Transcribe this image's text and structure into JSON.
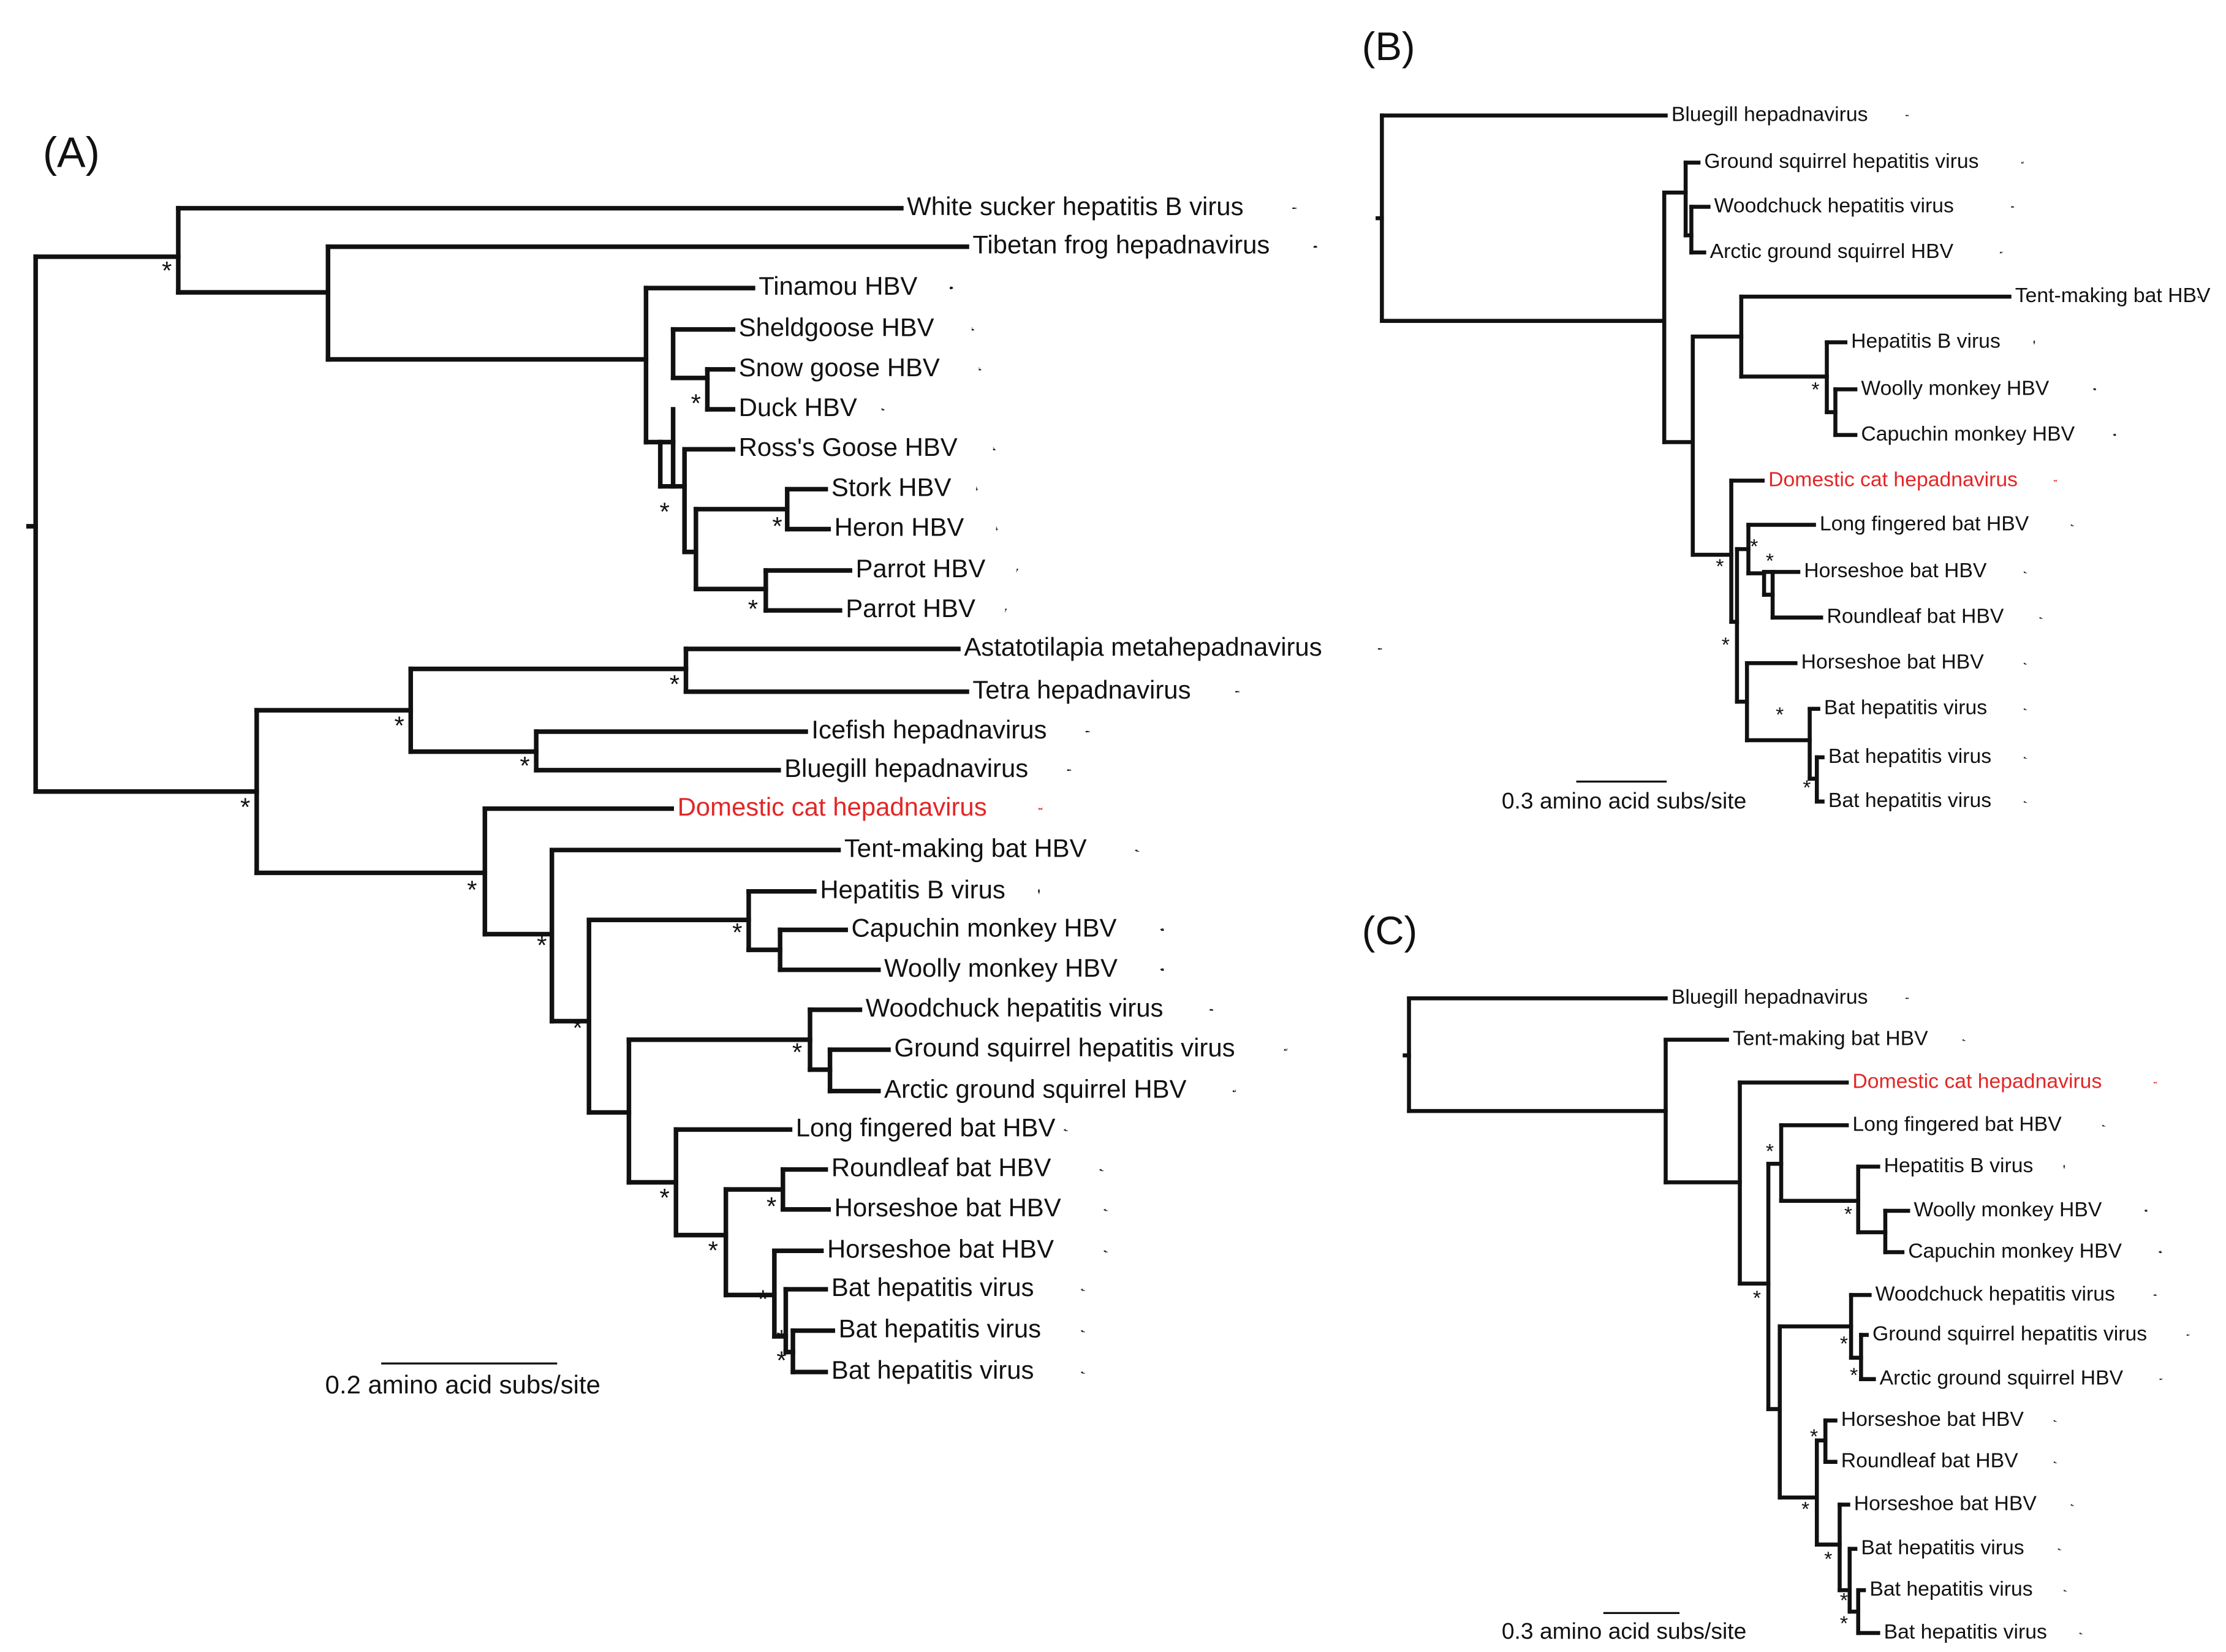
{
  "panels": [
    {
      "label": "(A)",
      "scale_label": "0.2 amino acid subs/site",
      "tips": [
        {
          "name": "White sucker hepatitis B virus",
          "icon": "fish-icon"
        },
        {
          "name": "Tibetan frog hepadnavirus",
          "icon": "frog-icon"
        },
        {
          "name": "Tinamou HBV",
          "icon": "bird-icon"
        },
        {
          "name": "Sheldgoose HBV",
          "icon": "goose-icon"
        },
        {
          "name": "Snow goose HBV",
          "icon": "goose-icon"
        },
        {
          "name": "Duck HBV",
          "icon": "duck-icon"
        },
        {
          "name": "Ross's Goose HBV",
          "icon": "goose-icon"
        },
        {
          "name": "Stork HBV",
          "icon": "stork-icon"
        },
        {
          "name": "Heron HBV",
          "icon": "heron-icon"
        },
        {
          "name": "Parrot HBV",
          "icon": "parrot-icon"
        },
        {
          "name": "Parrot HBV",
          "icon": "parrot-icon"
        },
        {
          "name": "Astatotilapia metahepadnavirus",
          "icon": "fish-icon"
        },
        {
          "name": "Tetra hepadnavirus",
          "icon": "fish-icon"
        },
        {
          "name": "Icefish hepadnavirus",
          "icon": "fish-icon"
        },
        {
          "name": "Bluegill hepadnavirus",
          "icon": "fish-icon"
        },
        {
          "name": "Domestic cat hepadnavirus",
          "icon": "cat-icon",
          "highlight": true
        },
        {
          "name": "Tent-making bat HBV",
          "icon": "bat-icon"
        },
        {
          "name": "Hepatitis B virus",
          "icon": "human-icon"
        },
        {
          "name": "Capuchin monkey HBV",
          "icon": "monkey-icon"
        },
        {
          "name": "Woolly monkey HBV",
          "icon": "monkey-icon"
        },
        {
          "name": "Woodchuck hepatitis virus",
          "icon": "rodent-icon"
        },
        {
          "name": "Ground squirrel hepatitis virus",
          "icon": "squirrel-icon"
        },
        {
          "name": "Arctic ground squirrel HBV",
          "icon": "squirrel-icon"
        },
        {
          "name": "Long fingered bat HBV",
          "icon": "bat-icon"
        },
        {
          "name": "Roundleaf bat HBV",
          "icon": "bat-icon"
        },
        {
          "name": "Horseshoe bat HBV",
          "icon": "bat-icon"
        },
        {
          "name": "Horseshoe bat HBV",
          "icon": "bat-icon"
        },
        {
          "name": "Bat hepatitis virus",
          "icon": "bat-icon"
        },
        {
          "name": "Bat hepatitis virus",
          "icon": "bat-icon"
        },
        {
          "name": "Bat hepatitis virus",
          "icon": "bat-icon"
        }
      ]
    },
    {
      "label": "(B)",
      "scale_label": "0.3 amino acid subs/site",
      "tips": [
        {
          "name": "Bluegill hepadnavirus",
          "icon": "fish-icon"
        },
        {
          "name": "Ground squirrel hepatitis virus",
          "icon": "squirrel-icon"
        },
        {
          "name": "Woodchuck hepatitis virus",
          "icon": "rodent-icon"
        },
        {
          "name": "Arctic ground squirrel HBV",
          "icon": "squirrel-icon"
        },
        {
          "name": "Tent-making bat HBV",
          "icon": "bat-icon"
        },
        {
          "name": "Hepatitis B virus",
          "icon": "human-icon"
        },
        {
          "name": "Woolly monkey HBV",
          "icon": "monkey-icon"
        },
        {
          "name": "Capuchin monkey HBV",
          "icon": "monkey-icon"
        },
        {
          "name": "Domestic cat hepadnavirus",
          "icon": "cat-icon",
          "highlight": true
        },
        {
          "name": "Long fingered bat HBV",
          "icon": "bat-icon"
        },
        {
          "name": "Horseshoe bat HBV",
          "icon": "bat-icon"
        },
        {
          "name": "Roundleaf bat HBV",
          "icon": "bat-icon"
        },
        {
          "name": "Horseshoe bat HBV",
          "icon": "bat-icon"
        },
        {
          "name": "Bat hepatitis virus",
          "icon": "bat-icon"
        },
        {
          "name": "Bat hepatitis virus",
          "icon": "bat-icon"
        },
        {
          "name": "Bat hepatitis virus",
          "icon": "bat-icon"
        }
      ]
    },
    {
      "label": "(C)",
      "scale_label": "0.3 amino acid subs/site",
      "tips": [
        {
          "name": "Bluegill hepadnavirus",
          "icon": "fish-icon"
        },
        {
          "name": "Tent-making bat HBV",
          "icon": "bat-icon"
        },
        {
          "name": "Domestic cat hepadnavirus",
          "icon": "cat-icon",
          "highlight": true
        },
        {
          "name": "Long fingered bat HBV",
          "icon": "bat-icon"
        },
        {
          "name": "Hepatitis B virus",
          "icon": "human-icon"
        },
        {
          "name": "Woolly monkey HBV",
          "icon": "monkey-icon"
        },
        {
          "name": "Capuchin monkey HBV",
          "icon": "monkey-icon"
        },
        {
          "name": "Woodchuck hepatitis virus",
          "icon": "rodent-icon"
        },
        {
          "name": "Ground squirrel hepatitis virus",
          "icon": "squirrel-icon"
        },
        {
          "name": "Arctic ground squirrel HBV",
          "icon": "squirrel-icon"
        },
        {
          "name": "Horseshoe bat HBV",
          "icon": "bat-icon"
        },
        {
          "name": "Roundleaf bat HBV",
          "icon": "bat-icon"
        },
        {
          "name": "Horseshoe bat HBV",
          "icon": "bat-icon"
        },
        {
          "name": "Bat hepatitis virus",
          "icon": "bat-icon"
        },
        {
          "name": "Bat hepatitis virus",
          "icon": "bat-icon"
        },
        {
          "name": "Bat hepatitis virus",
          "icon": "bat-icon"
        }
      ]
    }
  ],
  "support_marker": "*",
  "highlight_color": "#e32626"
}
